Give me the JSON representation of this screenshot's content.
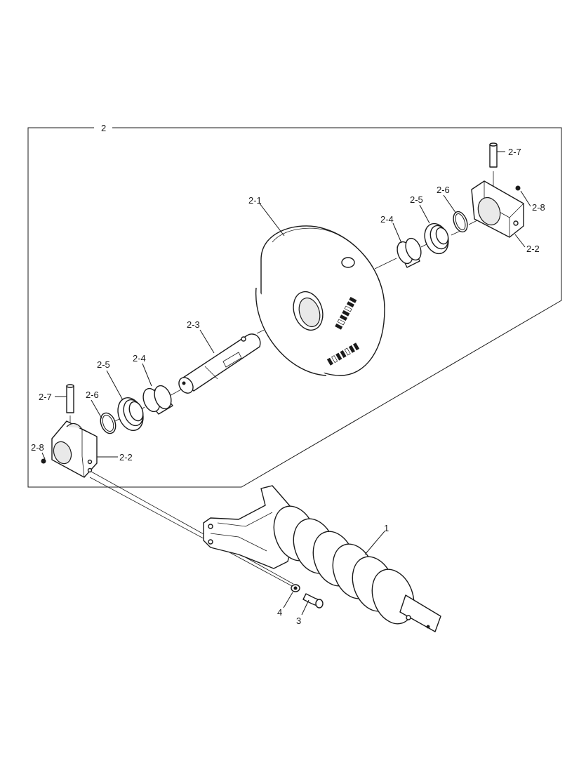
{
  "labels": {
    "assembly": "2",
    "idler_wheel": "2-1",
    "bracket_right": "2-2",
    "bracket_left": "2-2",
    "shaft": "2-3",
    "bushing_left": "2-4",
    "bushing_right": "2-4",
    "seal_left": "2-5",
    "seal_right": "2-5",
    "oring_left": "2-6",
    "oring_right": "2-6",
    "pin_left": "2-7",
    "pin_right": "2-7",
    "plug_left": "2-8",
    "plug_right": "2-8",
    "recoil_spring": "1",
    "bolt": "3",
    "washer": "4"
  },
  "colors": {
    "line": "#1a1a1a",
    "background": "#ffffff",
    "shade": "#e9e9e9"
  }
}
